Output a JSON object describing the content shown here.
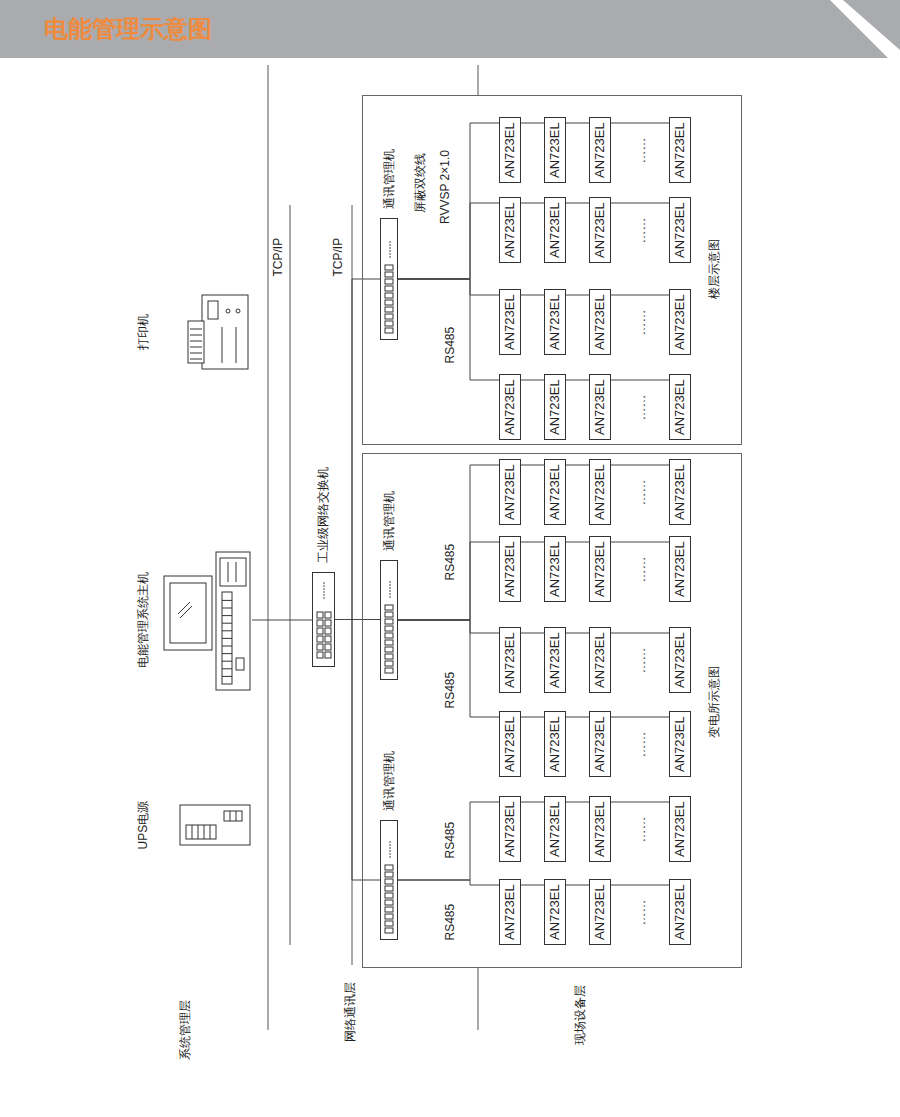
{
  "diagram": {
    "title": "电能管理示意图",
    "nodes": [
      {
        "text": [
          "打印机"
        ]
      },
      {
        "text": [
          "电能管理系统主机"
        ]
      },
      {
        "text": [
          "UPS电源"
        ]
      },
      {
        "text": [
          "工业级网络交换机"
        ]
      },
      {
        "text": [
          "楼层示意图"
        ]
      },
      {
        "text": [
          "通讯管理机"
        ],
        "in": 4
      },
      {
        "text": [
          "变电所示意图"
        ]
      },
      {
        "text": [
          "通讯管理机"
        ],
        "in": 6
      },
      {
        "text": [
          "通讯管理机"
        ],
        "in": 6
      },
      {
        "text": [
          "AN723EL"
        ],
        "in": 4
      },
      {
        "text": [
          "AN723EL"
        ],
        "in": 4
      },
      {
        "text": [
          "AN723EL"
        ],
        "in": 4
      },
      {
        "text": [
          "AN723EL"
        ],
        "in": 4
      },
      {
        "text": [
          "AN723EL"
        ],
        "in": 4
      },
      {
        "text": [
          "AN723EL"
        ],
        "in": 4
      },
      {
        "text": [
          "AN723EL"
        ],
        "in": 4
      },
      {
        "text": [
          "AN723EL"
        ],
        "in": 4
      },
      {
        "text": [
          "AN723EL"
        ],
        "in": 4
      },
      {
        "text": [
          "AN723EL"
        ],
        "in": 4
      },
      {
        "text": [
          "AN723EL"
        ],
        "in": 4
      },
      {
        "text": [
          "AN723EL"
        ],
        "in": 4
      },
      {
        "text": [
          "AN723EL"
        ],
        "in": 4
      },
      {
        "text": [
          "AN723EL"
        ],
        "in": 4
      },
      {
        "text": [
          "AN723EL"
        ],
        "in": 4
      },
      {
        "text": [
          "AN723EL"
        ],
        "in": 4
      },
      {
        "text": [
          "AN723EL"
        ],
        "in": 6
      },
      {
        "text": [
          "AN723EL"
        ],
        "in": 6
      },
      {
        "text": [
          "AN723EL"
        ],
        "in": 6
      },
      {
        "text": [
          "AN723EL"
        ],
        "in": 6
      },
      {
        "text": [
          "AN723EL"
        ],
        "in": 6
      },
      {
        "text": [
          "AN723EL"
        ],
        "in": 6
      },
      {
        "text": [
          "AN723EL"
        ],
        "in": 6
      },
      {
        "text": [
          "AN723EL"
        ],
        "in": 6
      },
      {
        "text": [
          "AN723EL"
        ],
        "in": 6
      },
      {
        "text": [
          "AN723EL"
        ],
        "in": 6
      },
      {
        "text": [
          "AN723EL"
        ],
        "in": 6
      },
      {
        "text": [
          "AN723EL"
        ],
        "in": 6
      },
      {
        "text": [
          "AN723EL"
        ],
        "in": 6
      },
      {
        "text": [
          "AN723EL"
        ],
        "in": 6
      },
      {
        "text": [
          "AN723EL"
        ],
        "in": 6
      },
      {
        "text": [
          "AN723EL"
        ],
        "in": 6
      },
      {
        "text": [
          "AN723EL"
        ],
        "in": 6
      },
      {
        "text": [
          "AN723EL"
        ],
        "in": 6
      },
      {
        "text": [
          "AN723EL"
        ],
        "in": 6
      },
      {
        "text": [
          "AN723EL"
        ],
        "in": 6
      },
      {
        "text": [
          "AN723EL"
        ],
        "in": 6
      },
      {
        "text": [
          "AN723EL"
        ],
        "in": 6
      },
      {
        "text": [
          "AN723EL"
        ],
        "in": 6
      },
      {
        "text": [
          "AN723EL"
        ],
        "in": 6
      }
    ],
    "edges": [
      {
        "from": 1,
        "to": 3,
        "arrow": "none"
      },
      {
        "from": 3,
        "to": 5,
        "arrow": "none"
      },
      {
        "from": 3,
        "to": 7,
        "arrow": "none"
      },
      {
        "from": 3,
        "to": 8,
        "arrow": "none"
      },
      {
        "from": 5,
        "to": 9,
        "arrow": "none"
      },
      {
        "from": 5,
        "to": 13,
        "arrow": "none"
      },
      {
        "from": 5,
        "to": 17,
        "arrow": "none"
      },
      {
        "from": 5,
        "to": 21,
        "arrow": "none"
      },
      {
        "from": 7,
        "to": 25,
        "arrow": "none"
      },
      {
        "from": 7,
        "to": 29,
        "arrow": "none"
      },
      {
        "from": 7,
        "to": 33,
        "arrow": "none"
      },
      {
        "from": 7,
        "to": 37,
        "arrow": "none"
      },
      {
        "from": 8,
        "to": 41,
        "arrow": "none"
      },
      {
        "from": 8,
        "to": 45,
        "arrow": "none"
      },
      {
        "from": 9,
        "to": 10,
        "arrow": "none"
      },
      {
        "from": 10,
        "to": 11,
        "arrow": "none"
      },
      {
        "from": 11,
        "to": 12,
        "arrow": "none"
      },
      {
        "from": 13,
        "to": 14,
        "arrow": "none"
      },
      {
        "from": 14,
        "to": 15,
        "arrow": "none"
      },
      {
        "from": 15,
        "to": 16,
        "arrow": "none"
      },
      {
        "from": 17,
        "to": 18,
        "arrow": "none"
      },
      {
        "from": 18,
        "to": 19,
        "arrow": "none"
      },
      {
        "from": 19,
        "to": 20,
        "arrow": "none"
      },
      {
        "from": 21,
        "to": 22,
        "arrow": "none"
      },
      {
        "from": 22,
        "to": 23,
        "arrow": "none"
      },
      {
        "from": 23,
        "to": 24,
        "arrow": "none"
      },
      {
        "from": 25,
        "to": 26,
        "arrow": "none"
      },
      {
        "from": 26,
        "to": 27,
        "arrow": "none"
      },
      {
        "from": 27,
        "to": 28,
        "arrow": "none"
      },
      {
        "from": 29,
        "to": 30,
        "arrow": "none"
      },
      {
        "from": 30,
        "to": 31,
        "arrow": "none"
      },
      {
        "from": 31,
        "to": 32,
        "arrow": "none"
      },
      {
        "from": 33,
        "to": 34,
        "arrow": "none"
      },
      {
        "from": 34,
        "to": 35,
        "arrow": "none"
      },
      {
        "from": 35,
        "to": 36,
        "arrow": "none"
      },
      {
        "from": 37,
        "to": 38,
        "arrow": "none"
      },
      {
        "from": 38,
        "to": 39,
        "arrow": "none"
      },
      {
        "from": 39,
        "to": 40,
        "arrow": "none"
      },
      {
        "from": 41,
        "to": 42,
        "arrow": "none"
      },
      {
        "from": 42,
        "to": 43,
        "arrow": "none"
      },
      {
        "from": 43,
        "to": 44,
        "arrow": "none"
      },
      {
        "from": 45,
        "to": 46,
        "arrow": "none"
      },
      {
        "from": 46,
        "to": 47,
        "arrow": "none"
      },
      {
        "from": 47,
        "to": 48,
        "arrow": "none"
      }
    ],
    "labels": [
      "系统管理层",
      "网络通讯层",
      "现场设备层",
      "TCP/IP",
      "TCP/IP",
      "屏蔽双绞线",
      "RVVSP 2×1.0",
      "RS485",
      "RS485",
      "RS485",
      "RS485",
      "RS485",
      "……",
      "……",
      "……",
      "……",
      "……",
      "……",
      "……",
      "……",
      "……",
      "……"
    ]
  }
}
